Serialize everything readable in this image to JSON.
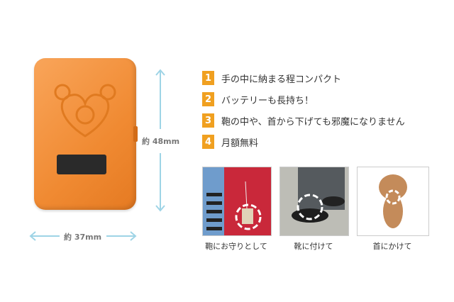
{
  "dimensions": {
    "height_label": "約 48mm",
    "width_label": "約 37mm"
  },
  "features": [
    {
      "num": "1",
      "text": "手の中に納まる程コンパクト"
    },
    {
      "num": "2",
      "text": "バッテリーも長持ち！"
    },
    {
      "num": "3",
      "text": "鞄の中や、首から下げても邪魔になりません"
    },
    {
      "num": "4",
      "text": "月額無料"
    }
  ],
  "photos": [
    {
      "caption": "鞄にお守りとして"
    },
    {
      "caption": "靴に付けて"
    },
    {
      "caption": "首にかけて"
    }
  ],
  "colors": {
    "accent": "#f0a020",
    "device": "#f08a32",
    "arrow": "#9ed4e6"
  }
}
